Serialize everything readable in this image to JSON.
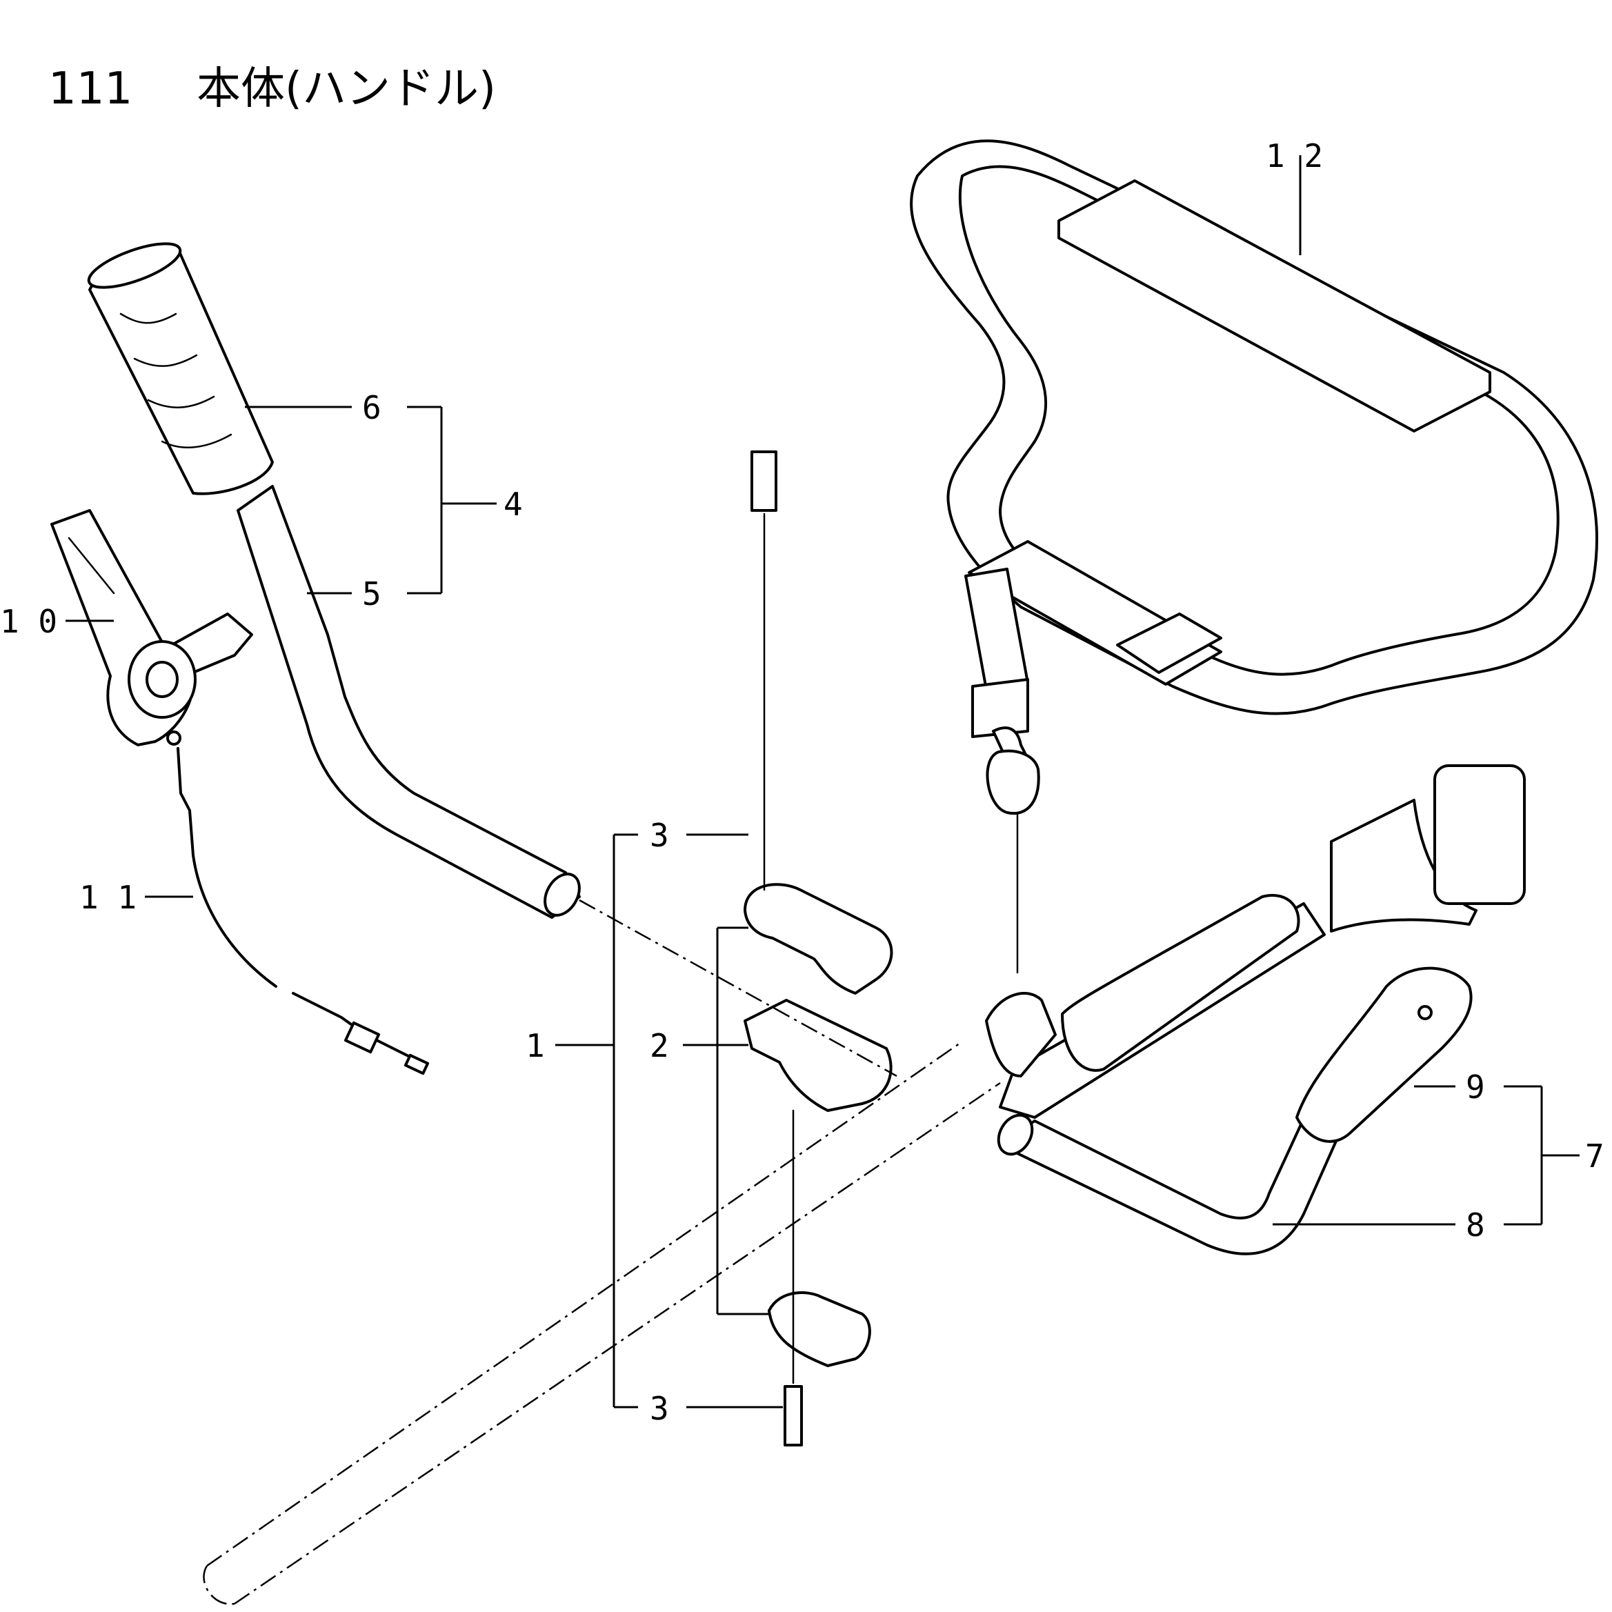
{
  "title": {
    "number": "111",
    "name": "本体(ハンドル)"
  },
  "callouts": [
    {
      "id": "c1",
      "label": "1"
    },
    {
      "id": "c2",
      "label": "2"
    },
    {
      "id": "c3a",
      "label": "3"
    },
    {
      "id": "c3b",
      "label": "3"
    },
    {
      "id": "c4",
      "label": "4"
    },
    {
      "id": "c5",
      "label": "5"
    },
    {
      "id": "c6",
      "label": "6"
    },
    {
      "id": "c7",
      "label": "7"
    },
    {
      "id": "c8",
      "label": "8"
    },
    {
      "id": "c9",
      "label": "9"
    },
    {
      "id": "c10",
      "label": "1 0"
    },
    {
      "id": "c11",
      "label": "1 1"
    },
    {
      "id": "c12",
      "label": "1 2"
    }
  ]
}
